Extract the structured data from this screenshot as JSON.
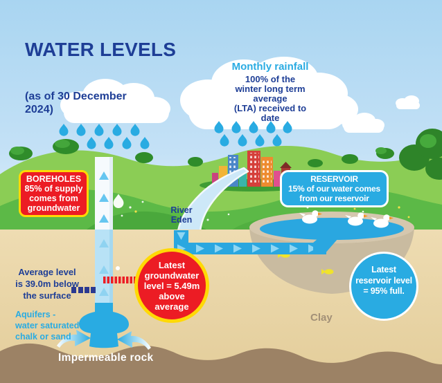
{
  "page": {
    "title": "WATER LEVELS",
    "subtitle": "(as of 30 December\n2024)"
  },
  "rainfall": {
    "heading": "Monthly rainfall",
    "detail": "100% of the\nwinter long term\naverage\n(LTA) received to\ndate"
  },
  "boreholes": {
    "title": "BOREHOLES",
    "body": "85% of supply\ncomes from\ngroundwater"
  },
  "reservoir": {
    "title": "RESERVOIR",
    "body": "15% of our water comes\nfrom our reservoir"
  },
  "river": {
    "label": "River\nEden"
  },
  "groundwater_status": {
    "text": "Latest\ngroundwater\nlevel = 5.49m\nabove\naverage"
  },
  "reservoir_status": {
    "text": "Latest\nreservoir level\n= 95% full."
  },
  "groundwater_average": {
    "text": "Average level\nis 39.0m below\nthe surface"
  },
  "aquifers": {
    "text": "Aquifers -\nwater saturated\nchalk or sand"
  },
  "labels": {
    "clay": "Clay",
    "rock": "Impermeable rock"
  },
  "colors": {
    "dark_blue": "#1e3e96",
    "cyan": "#29abe2",
    "alert_red": "#ec1c24",
    "highlight_yellow": "#ffd905",
    "water_blue": "#2aa7e0",
    "grass_green": "#5cb947",
    "ground_tan": "#ecd9ac",
    "rock_brown": "#9c8265"
  },
  "icons": {
    "raindrop": "teardrop-shape",
    "cloud": "puffy-cloud-shape",
    "up_arrow": "triangle-up",
    "down_arrow": "triangle-down",
    "right_arrow": "triangle-right",
    "duck": "white-duck-shape",
    "fish": "yellow-fish-shape"
  }
}
